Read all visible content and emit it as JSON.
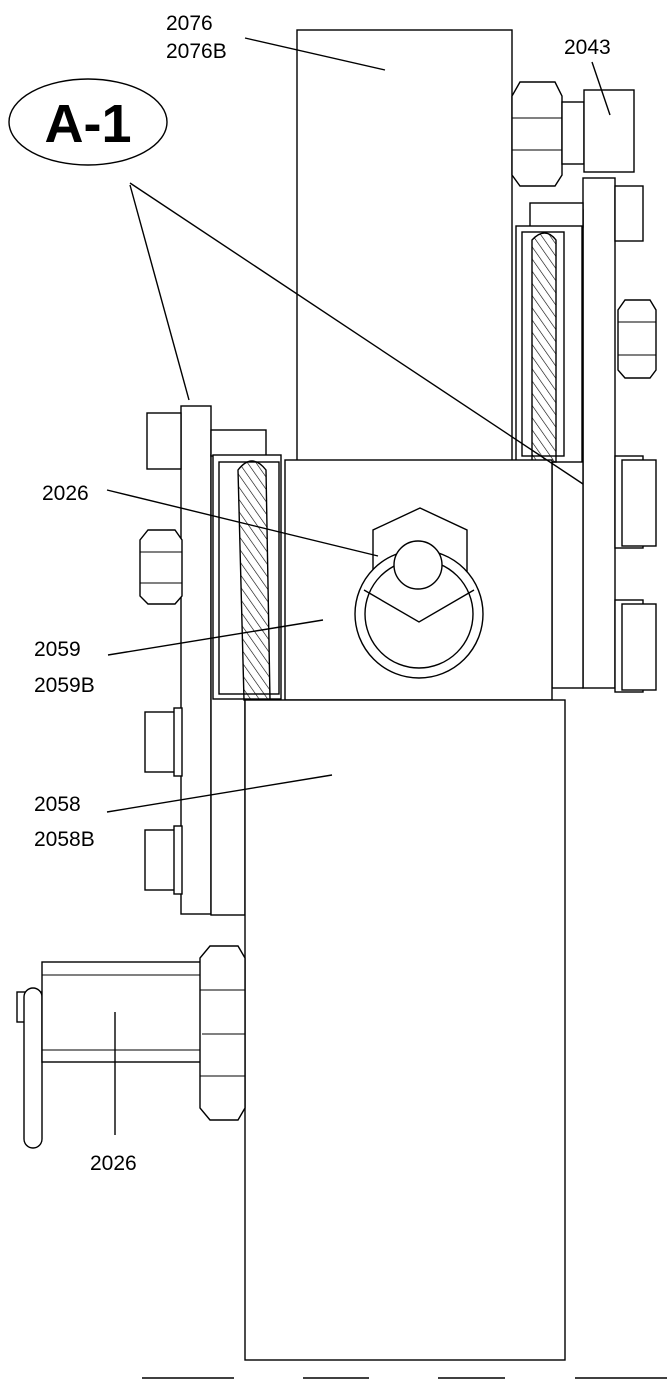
{
  "badge": {
    "text": "A-1"
  },
  "labels": {
    "part_2076": "2076",
    "part_2076b": "2076B",
    "part_2043": "2043",
    "part_2026_upper": "2026",
    "part_2059": "2059",
    "part_2059b": "2059B",
    "part_2058": "2058",
    "part_2058b": "2058B",
    "part_2026_lower": "2026"
  }
}
